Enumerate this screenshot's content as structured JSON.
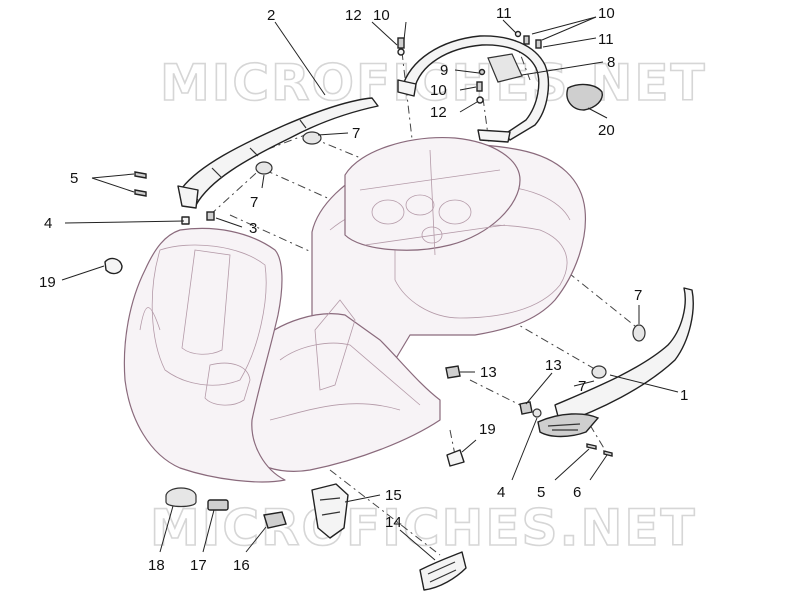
{
  "watermark": {
    "top": "MICROFICHES.NET",
    "bottom": "MICROFICHES.NET"
  },
  "callouts": [
    {
      "key": "c2",
      "label": "2"
    },
    {
      "key": "c12a",
      "label": "12"
    },
    {
      "key": "c10a",
      "label": "10"
    },
    {
      "key": "c11a",
      "label": "11"
    },
    {
      "key": "c10b",
      "label": "10"
    },
    {
      "key": "c11b",
      "label": "11"
    },
    {
      "key": "c8",
      "label": "8"
    },
    {
      "key": "c9",
      "label": "9"
    },
    {
      "key": "c10c",
      "label": "10"
    },
    {
      "key": "c12b",
      "label": "12"
    },
    {
      "key": "c20",
      "label": "20"
    },
    {
      "key": "c7a",
      "label": "7"
    },
    {
      "key": "c5a",
      "label": "5"
    },
    {
      "key": "c7b",
      "label": "7"
    },
    {
      "key": "c3",
      "label": "3"
    },
    {
      "key": "c4a",
      "label": "4"
    },
    {
      "key": "c19a",
      "label": "19"
    },
    {
      "key": "c7c",
      "label": "7"
    },
    {
      "key": "c13a",
      "label": "13"
    },
    {
      "key": "c13b",
      "label": "13"
    },
    {
      "key": "c7d",
      "label": "7"
    },
    {
      "key": "c1",
      "label": "1"
    },
    {
      "key": "c19b",
      "label": "19"
    },
    {
      "key": "c4b",
      "label": "4"
    },
    {
      "key": "c5b",
      "label": "5"
    },
    {
      "key": "c6",
      "label": "6"
    },
    {
      "key": "c15",
      "label": "15"
    },
    {
      "key": "c14",
      "label": "14"
    },
    {
      "key": "c18",
      "label": "18"
    },
    {
      "key": "c17",
      "label": "17"
    },
    {
      "key": "c16",
      "label": "16"
    }
  ]
}
